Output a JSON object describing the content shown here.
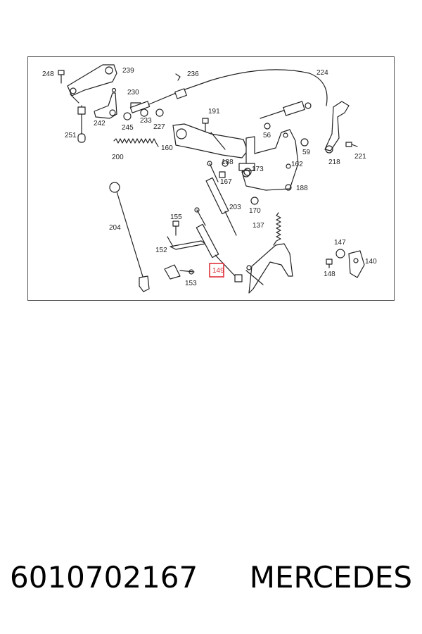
{
  "labels": {
    "l248": "248",
    "l239": "239",
    "l236": "236",
    "l224": "224",
    "l230": "230",
    "l191": "191",
    "l242": "242",
    "l245": "245",
    "l233": "233",
    "l227": "227",
    "l56": "56",
    "l251": "251",
    "l160": "160",
    "l200": "200",
    "l59": "59",
    "l221": "221",
    "l218": "218",
    "l188a": "188",
    "l173": "173",
    "l162": "162",
    "l167": "167",
    "l188b": "188",
    "l203": "203",
    "l170": "170",
    "l204": "204",
    "l155": "155",
    "l137": "137",
    "l147": "147",
    "l152": "152",
    "l140": "140",
    "l149": "149",
    "l148": "148",
    "l153": "153"
  },
  "highlight": {
    "part": "149",
    "color": "#e0323c"
  },
  "caption": {
    "part_number": "6010702167",
    "brand": "MERCEDES"
  }
}
